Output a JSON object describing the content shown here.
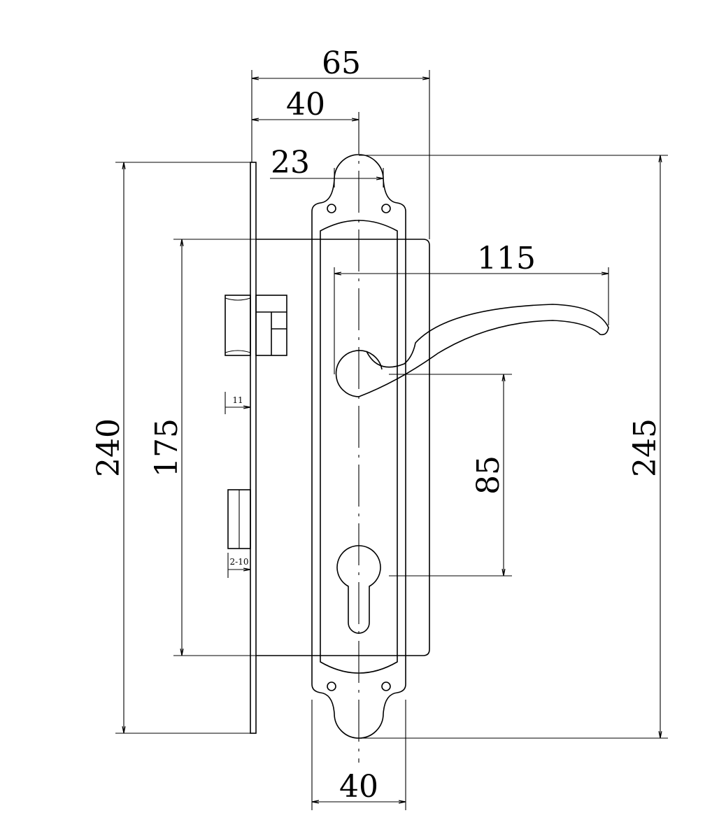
{
  "drawing": {
    "title": "",
    "dimensions": {
      "overall_width": "65",
      "backset": "40",
      "hole_spacing": "23",
      "lever_length": "115",
      "faceplate_height": "240",
      "lock_body_height": "175",
      "center_distance": "85",
      "plate_height": "245",
      "plate_width": "40",
      "latch_projection": "11",
      "deadbolt_range": "2-10"
    }
  }
}
